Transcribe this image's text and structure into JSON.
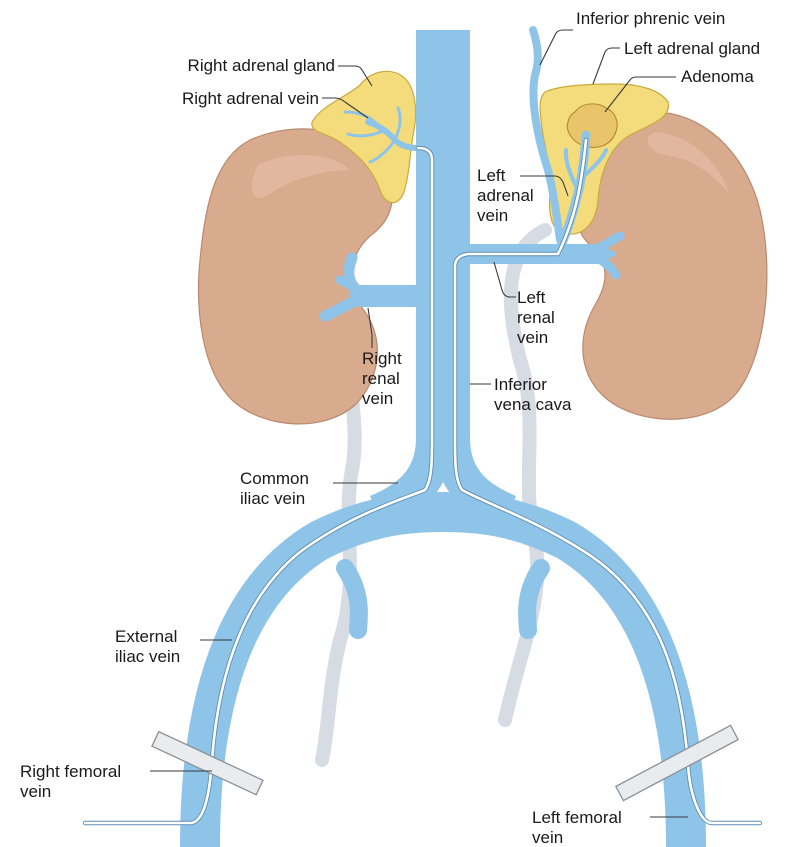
{
  "labels": {
    "inferior_phrenic_vein": "Inferior phrenic vein",
    "left_adrenal_gland": "Left adrenal gland",
    "adenoma": "Adenoma",
    "right_adrenal_gland": "Right adrenal gland",
    "right_adrenal_vein": "Right adrenal vein",
    "left_adrenal_vein": [
      "Left",
      "adrenal",
      "vein"
    ],
    "left_renal_vein": [
      "Left",
      "renal",
      "vein"
    ],
    "right_renal_vein": [
      "Right",
      "renal",
      "vein"
    ],
    "inferior_vena_cava": [
      "Inferior",
      "vena cava"
    ],
    "common_iliac_vein": [
      "Common",
      "iliac vein"
    ],
    "external_iliac_vein": [
      "External",
      "iliac vein"
    ],
    "right_femoral_vein": [
      "Right femoral",
      "vein"
    ],
    "left_femoral_vein": [
      "Left femoral",
      "vein"
    ]
  },
  "colors": {
    "vein": "#8ec4e8",
    "kidney": "#d9ab8e",
    "adrenal_gland": "#f4dc7c",
    "ureter": "#d7dbe3",
    "text": "#1a1a1a"
  }
}
